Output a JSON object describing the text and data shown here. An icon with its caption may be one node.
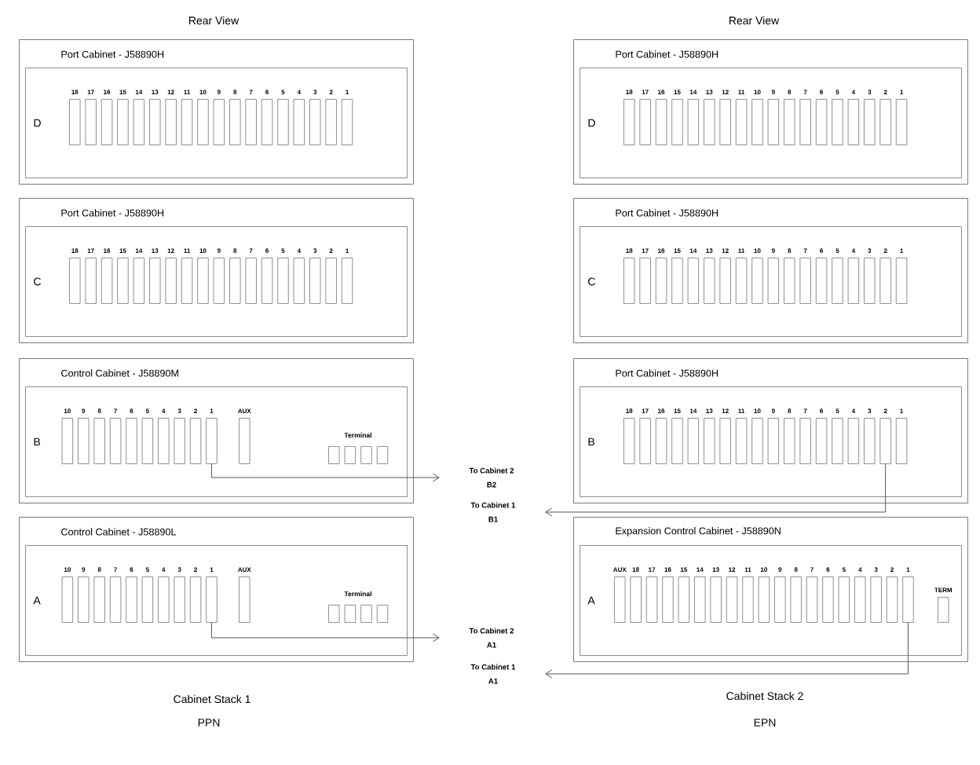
{
  "diagram": {
    "nodes": [
      {
        "text": [
          "Port Cabinet - J58890H"
        ]
      },
      {
        "text": [
          "D"
        ],
        "in": 0
      },
      {
        "text": [
          "18"
        ],
        "in": 1
      },
      {
        "text": [
          "17"
        ],
        "in": 1
      },
      {
        "text": [
          "16"
        ],
        "in": 1
      },
      {
        "text": [
          "15"
        ],
        "in": 1
      },
      {
        "text": [
          "14"
        ],
        "in": 1
      },
      {
        "text": [
          "13"
        ],
        "in": 1
      },
      {
        "text": [
          "12"
        ],
        "in": 1
      },
      {
        "text": [
          "11"
        ],
        "in": 1
      },
      {
        "text": [
          "10"
        ],
        "in": 1
      },
      {
        "text": [
          "9"
        ],
        "in": 1
      },
      {
        "text": [
          "8"
        ],
        "in": 1
      },
      {
        "text": [
          "7"
        ],
        "in": 1
      },
      {
        "text": [
          "6"
        ],
        "in": 1
      },
      {
        "text": [
          "5"
        ],
        "in": 1
      },
      {
        "text": [
          "4"
        ],
        "in": 1
      },
      {
        "text": [
          "3"
        ],
        "in": 1
      },
      {
        "text": [
          "2"
        ],
        "in": 1
      },
      {
        "text": [
          "1"
        ],
        "in": 1
      },
      {
        "text": [
          "Port Cabinet - J58890H"
        ]
      },
      {
        "text": [
          "C"
        ],
        "in": 20
      },
      {
        "text": [
          "18"
        ],
        "in": 21
      },
      {
        "text": [
          "17"
        ],
        "in": 21
      },
      {
        "text": [
          "16"
        ],
        "in": 21
      },
      {
        "text": [
          "15"
        ],
        "in": 21
      },
      {
        "text": [
          "14"
        ],
        "in": 21
      },
      {
        "text": [
          "13"
        ],
        "in": 21
      },
      {
        "text": [
          "12"
        ],
        "in": 21
      },
      {
        "text": [
          "11"
        ],
        "in": 21
      },
      {
        "text": [
          "10"
        ],
        "in": 21
      },
      {
        "text": [
          "9"
        ],
        "in": 21
      },
      {
        "text": [
          "8"
        ],
        "in": 21
      },
      {
        "text": [
          "7"
        ],
        "in": 21
      },
      {
        "text": [
          "6"
        ],
        "in": 21
      },
      {
        "text": [
          "5"
        ],
        "in": 21
      },
      {
        "text": [
          "4"
        ],
        "in": 21
      },
      {
        "text": [
          "3"
        ],
        "in": 21
      },
      {
        "text": [
          "2"
        ],
        "in": 21
      },
      {
        "text": [
          "1"
        ],
        "in": 21
      },
      {
        "text": [
          "Control Cabinet - J58890M"
        ]
      },
      {
        "text": [
          "B"
        ],
        "in": 40
      },
      {
        "text": [
          "10"
        ],
        "in": 41
      },
      {
        "text": [
          "9"
        ],
        "in": 41
      },
      {
        "text": [
          "8"
        ],
        "in": 41
      },
      {
        "text": [
          "7"
        ],
        "in": 41
      },
      {
        "text": [
          "6"
        ],
        "in": 41
      },
      {
        "text": [
          "5"
        ],
        "in": 41
      },
      {
        "text": [
          "4"
        ],
        "in": 41
      },
      {
        "text": [
          "3"
        ],
        "in": 41
      },
      {
        "text": [
          "2"
        ],
        "in": 41
      },
      {
        "text": [
          "1"
        ],
        "in": 41
      },
      {
        "text": [
          "AUX"
        ],
        "in": 41
      },
      {
        "text": [],
        "shape": "box",
        "in": 41
      },
      {
        "text": [],
        "shape": "box",
        "in": 41
      },
      {
        "text": [],
        "shape": "box",
        "in": 41
      },
      {
        "text": [],
        "shape": "box",
        "in": 41
      },
      {
        "text": [
          "Control Cabinet - J58890L"
        ]
      },
      {
        "text": [
          "A"
        ],
        "in": 57
      },
      {
        "text": [
          "10"
        ],
        "in": 58
      },
      {
        "text": [
          "9"
        ],
        "in": 58
      },
      {
        "text": [
          "8"
        ],
        "in": 58
      },
      {
        "text": [
          "7"
        ],
        "in": 58
      },
      {
        "text": [
          "6"
        ],
        "in": 58
      },
      {
        "text": [
          "5"
        ],
        "in": 58
      },
      {
        "text": [
          "4"
        ],
        "in": 58
      },
      {
        "text": [
          "3"
        ],
        "in": 58
      },
      {
        "text": [
          "2"
        ],
        "in": 58
      },
      {
        "text": [
          "1"
        ],
        "in": 58
      },
      {
        "text": [
          "AUX"
        ],
        "in": 58
      },
      {
        "text": [],
        "shape": "box",
        "in": 58
      },
      {
        "text": [],
        "shape": "box",
        "in": 58
      },
      {
        "text": [],
        "shape": "box",
        "in": 58
      },
      {
        "text": [],
        "shape": "box",
        "in": 58
      },
      {
        "text": [
          "To Cabinet 2",
          "B2"
        ]
      },
      {
        "text": [
          "To Cabinet 1",
          "B1"
        ]
      },
      {
        "text": [
          "To Cabinet 2",
          "A1"
        ]
      },
      {
        "text": [
          "To Cabinet 1",
          "A1"
        ]
      },
      {
        "text": [
          "Port Cabinet - J58890H"
        ]
      },
      {
        "text": [
          "D"
        ],
        "in": 78
      },
      {
        "text": [
          "18"
        ],
        "in": 79
      },
      {
        "text": [
          "17"
        ],
        "in": 79
      },
      {
        "text": [
          "16"
        ],
        "in": 79
      },
      {
        "text": [
          "15"
        ],
        "in": 79
      },
      {
        "text": [
          "14"
        ],
        "in": 79
      },
      {
        "text": [
          "13"
        ],
        "in": 79
      },
      {
        "text": [
          "12"
        ],
        "in": 79
      },
      {
        "text": [
          "11"
        ],
        "in": 79
      },
      {
        "text": [
          "10"
        ],
        "in": 79
      },
      {
        "text": [
          "9"
        ],
        "in": 79
      },
      {
        "text": [
          "8"
        ],
        "in": 79
      },
      {
        "text": [
          "7"
        ],
        "in": 79
      },
      {
        "text": [
          "6"
        ],
        "in": 79
      },
      {
        "text": [
          "5"
        ],
        "in": 79
      },
      {
        "text": [
          "4"
        ],
        "in": 79
      },
      {
        "text": [
          "3"
        ],
        "in": 79
      },
      {
        "text": [
          "2"
        ],
        "in": 79
      },
      {
        "text": [
          "1"
        ],
        "in": 79
      },
      {
        "text": [
          "Port Cabinet - J58890H"
        ]
      },
      {
        "text": [
          "C"
        ],
        "in": 98
      },
      {
        "text": [
          "18"
        ],
        "in": 99
      },
      {
        "text": [
          "17"
        ],
        "in": 99
      },
      {
        "text": [
          "16"
        ],
        "in": 99
      },
      {
        "text": [
          "15"
        ],
        "in": 99
      },
      {
        "text": [
          "14"
        ],
        "in": 99
      },
      {
        "text": [
          "13"
        ],
        "in": 99
      },
      {
        "text": [
          "12"
        ],
        "in": 99
      },
      {
        "text": [
          "11"
        ],
        "in": 99
      },
      {
        "text": [
          "10"
        ],
        "in": 99
      },
      {
        "text": [
          "9"
        ],
        "in": 99
      },
      {
        "text": [
          "8"
        ],
        "in": 99
      },
      {
        "text": [
          "7"
        ],
        "in": 99
      },
      {
        "text": [
          "6"
        ],
        "in": 99
      },
      {
        "text": [
          "5"
        ],
        "in": 99
      },
      {
        "text": [
          "4"
        ],
        "in": 99
      },
      {
        "text": [
          "3"
        ],
        "in": 99
      },
      {
        "text": [
          "2"
        ],
        "in": 99
      },
      {
        "text": [
          "1"
        ],
        "in": 99
      },
      {
        "text": [
          "Port Cabinet - J58890H"
        ]
      },
      {
        "text": [
          "B"
        ],
        "in": 118
      },
      {
        "text": [
          "18"
        ],
        "in": 119
      },
      {
        "text": [
          "17"
        ],
        "in": 119
      },
      {
        "text": [
          "16"
        ],
        "in": 119
      },
      {
        "text": [
          "15"
        ],
        "in": 119
      },
      {
        "text": [
          "14"
        ],
        "in": 119
      },
      {
        "text": [
          "13"
        ],
        "in": 119
      },
      {
        "text": [
          "12"
        ],
        "in": 119
      },
      {
        "text": [
          "11"
        ],
        "in": 119
      },
      {
        "text": [
          "10"
        ],
        "in": 119
      },
      {
        "text": [
          "9"
        ],
        "in": 119
      },
      {
        "text": [
          "8"
        ],
        "in": 119
      },
      {
        "text": [
          "7"
        ],
        "in": 119
      },
      {
        "text": [
          "6"
        ],
        "in": 119
      },
      {
        "text": [
          "5"
        ],
        "in": 119
      },
      {
        "text": [
          "4"
        ],
        "in": 119
      },
      {
        "text": [
          "3"
        ],
        "in": 119
      },
      {
        "text": [
          "2"
        ],
        "in": 119
      },
      {
        "text": [
          "1"
        ],
        "in": 119
      },
      {
        "text": [
          "Expansion Control Cabinet - J58890N"
        ]
      },
      {
        "text": [
          "A"
        ],
        "in": 138
      },
      {
        "text": [
          "AUX"
        ],
        "in": 139
      },
      {
        "text": [
          "18"
        ],
        "in": 139
      },
      {
        "text": [
          "17"
        ],
        "in": 139
      },
      {
        "text": [
          "16"
        ],
        "in": 139
      },
      {
        "text": [
          "15"
        ],
        "in": 139
      },
      {
        "text": [
          "14"
        ],
        "in": 139
      },
      {
        "text": [
          "13"
        ],
        "in": 139
      },
      {
        "text": [
          "12"
        ],
        "in": 139
      },
      {
        "text": [
          "11"
        ],
        "in": 139
      },
      {
        "text": [
          "10"
        ],
        "in": 139
      },
      {
        "text": [
          "9"
        ],
        "in": 139
      },
      {
        "text": [
          "8"
        ],
        "in": 139
      },
      {
        "text": [
          "7"
        ],
        "in": 139
      },
      {
        "text": [
          "6"
        ],
        "in": 139
      },
      {
        "text": [
          "5"
        ],
        "in": 139
      },
      {
        "text": [
          "4"
        ],
        "in": 139
      },
      {
        "text": [
          "3"
        ],
        "in": 139
      },
      {
        "text": [
          "2"
        ],
        "in": 139
      },
      {
        "text": [
          "1"
        ],
        "in": 139
      },
      {
        "text": [
          "TERM"
        ],
        "in": 139
      }
    ],
    "edges": [
      {
        "from": 51,
        "to": 74,
        "arrow": "to"
      },
      {
        "from": 136,
        "to": 75,
        "arrow": "to"
      },
      {
        "from": 68,
        "to": 76,
        "arrow": "to"
      },
      {
        "from": 158,
        "to": 77,
        "arrow": "to"
      }
    ],
    "labels": [
      "Rear View",
      "Rear View",
      "Terminal",
      "Terminal",
      "Cabinet Stack 1",
      "PPN",
      "Cabinet Stack 2",
      "EPN"
    ]
  }
}
